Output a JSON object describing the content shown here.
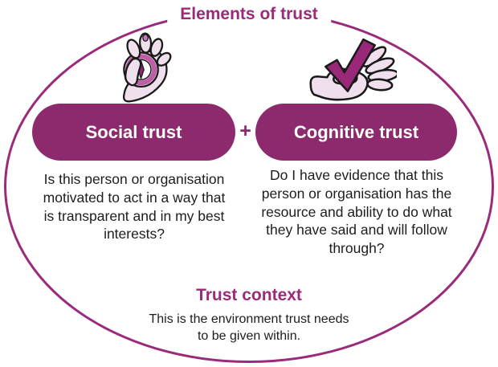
{
  "colors": {
    "accent": "#9A2B7B",
    "pill_background": "#8D2A6E",
    "pill_text": "#FFFFFF",
    "body_text": "#1D1D1B",
    "hand_fill": "#F0E0EE",
    "watch_ring": "#C05CA8",
    "checkmark": "#9A2878"
  },
  "header": {
    "title": "Elements of trust"
  },
  "left_element": {
    "icon": "hand-holding-stopwatch-icon",
    "pill_label": "Social trust",
    "description": "Is this person or organisation motivated to act in a way that is transparent and in my best interests?"
  },
  "connector": {
    "plus": "+"
  },
  "right_element": {
    "icon": "hand-with-checkmark-icon",
    "pill_label": "Cognitive trust",
    "description": "Do I have evidence that this person or organisation has the resource and ability to do what they have said and will follow through?"
  },
  "footer": {
    "heading": "Trust context",
    "description": "This is the environment trust needs to be given within."
  }
}
